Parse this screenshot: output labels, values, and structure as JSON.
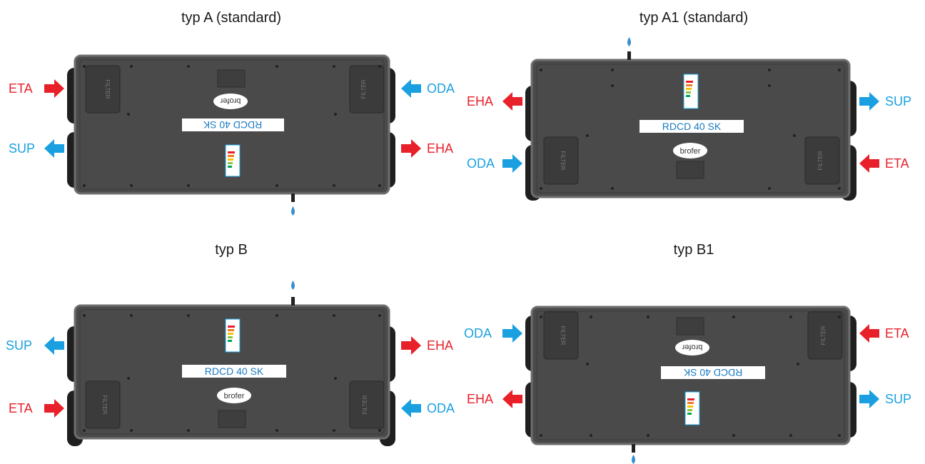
{
  "panels": [
    {
      "title": "typ A (standard)",
      "model_label": "RDCD 40 SK",
      "brand_logo": "brofer",
      "label_upside_down": true,
      "left_ports": [
        {
          "label": "ETA",
          "flow": "in",
          "color": "#e8202a"
        },
        {
          "label": "SUP",
          "flow": "out",
          "color": "#1aa0e0"
        }
      ],
      "right_ports": [
        {
          "label": "ODA",
          "flow": "in",
          "color": "#1aa0e0"
        },
        {
          "label": "EHA",
          "flow": "out",
          "color": "#e8202a"
        }
      ],
      "drain_position": "bottom",
      "filter_label": "FILTER"
    },
    {
      "title": "typ A1 (standard)",
      "model_label": "RDCD 40 SK",
      "brand_logo": "brofer",
      "label_upside_down": false,
      "left_ports": [
        {
          "label": "EHA",
          "flow": "out",
          "color": "#e8202a"
        },
        {
          "label": "ODA",
          "flow": "in",
          "color": "#1aa0e0"
        }
      ],
      "right_ports": [
        {
          "label": "SUP",
          "flow": "out",
          "color": "#1aa0e0"
        },
        {
          "label": "ETA",
          "flow": "in",
          "color": "#e8202a"
        }
      ],
      "drain_position": "top",
      "filter_label": "FILTER"
    },
    {
      "title": "typ B",
      "model_label": "RDCD 40 SK",
      "brand_logo": "brofer",
      "label_upside_down": false,
      "left_ports": [
        {
          "label": "SUP",
          "flow": "out",
          "color": "#1aa0e0"
        },
        {
          "label": "ETA",
          "flow": "in",
          "color": "#e8202a"
        }
      ],
      "right_ports": [
        {
          "label": "EHA",
          "flow": "out",
          "color": "#e8202a"
        },
        {
          "label": "ODA",
          "flow": "in",
          "color": "#1aa0e0"
        }
      ],
      "drain_position": "top",
      "filter_label": "FILTER"
    },
    {
      "title": "typ B1",
      "model_label": "RDCD 40 SK",
      "brand_logo": "brofer",
      "label_upside_down": true,
      "left_ports": [
        {
          "label": "ODA",
          "flow": "in",
          "color": "#1aa0e0"
        },
        {
          "label": "EHA",
          "flow": "out",
          "color": "#e8202a"
        }
      ],
      "right_ports": [
        {
          "label": "ETA",
          "flow": "in",
          "color": "#e8202a"
        },
        {
          "label": "SUP",
          "flow": "out",
          "color": "#1aa0e0"
        }
      ],
      "drain_position": "bottom",
      "filter_label": "FILTER"
    }
  ],
  "colors": {
    "housing": "#4a4a4a",
    "housing_edge": "#6e6e6e",
    "port_ring": "#1f1f1f",
    "drop": "#3a8fd0"
  }
}
